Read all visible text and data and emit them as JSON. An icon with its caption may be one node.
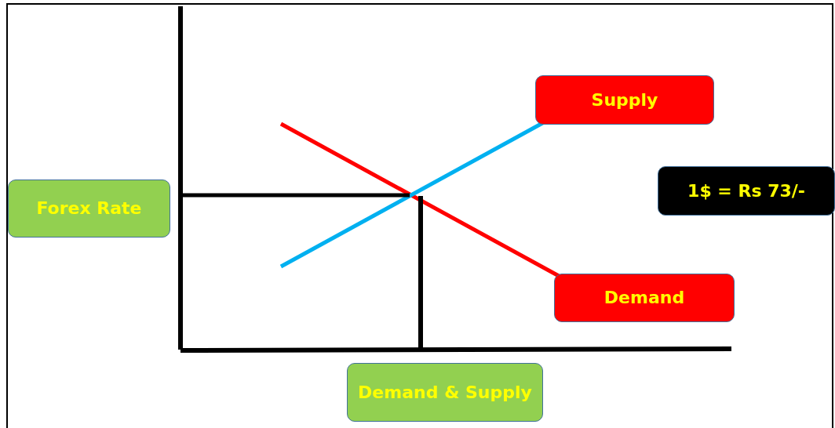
{
  "diagram": {
    "nodes": [
      {
        "text": [
          "Supply"
        ]
      },
      {
        "text": [
          "Forex Rate"
        ]
      },
      {
        "text": [
          "1$ = Rs 73/-"
        ]
      },
      {
        "text": [
          "Demand"
        ]
      },
      {
        "text": [
          "Demand & Supply"
        ]
      }
    ]
  }
}
